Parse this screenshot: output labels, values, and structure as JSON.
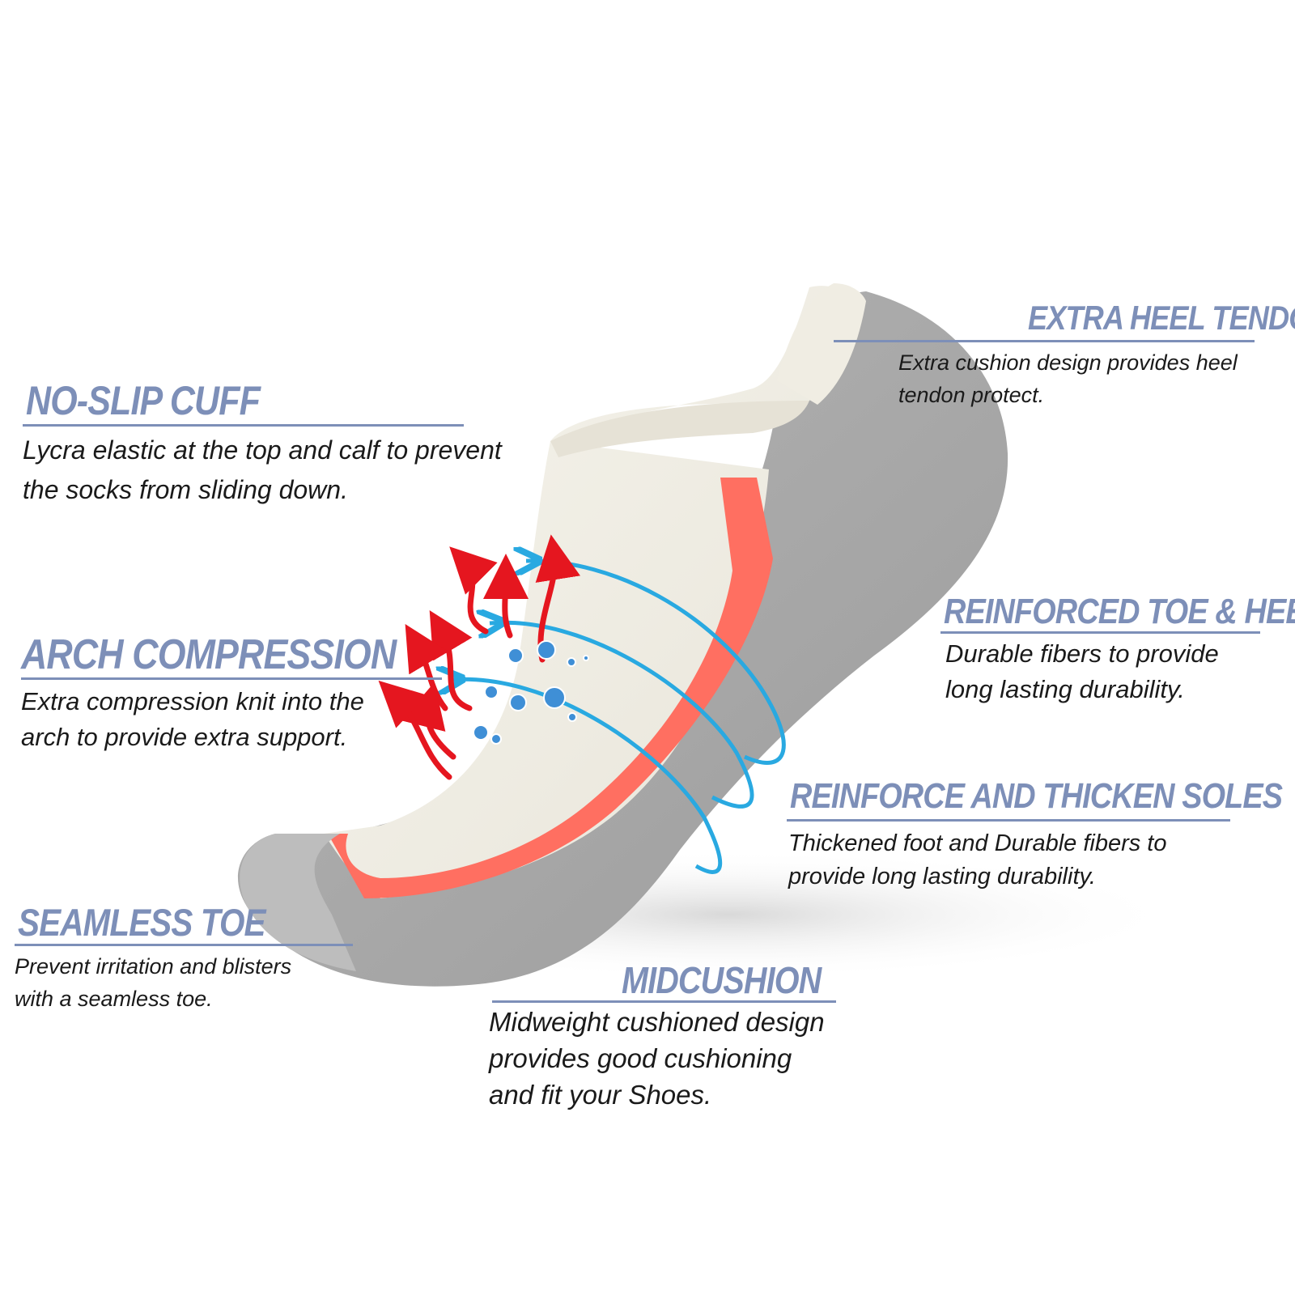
{
  "colors": {
    "heading": "#7d8fb8",
    "body_text": "#1a1a1a",
    "coral_stripe": "#ff6f61",
    "heat_arrows": "#e5161f",
    "air_arrows": "#29a9e1",
    "sock_white": "#f3f0e6",
    "sock_grey": "#a9a9a9"
  },
  "features": {
    "heel_tendon": {
      "title": "EXTRA HEEL TENDON",
      "description": "Extra cushion design provides heel\ntendon protect."
    },
    "cuff": {
      "title": "NO-SLIP CUFF",
      "description": "Lycra elastic at the top and calf to prevent\nthe socks from sliding down."
    },
    "arch": {
      "title": "ARCH COMPRESSION",
      "description": "Extra compression knit into the\narch to provide extra support."
    },
    "toe_heel": {
      "title": "REINFORCED TOE & HEEL",
      "description": "Durable fibers to provide\nlong lasting durability."
    },
    "soles": {
      "title": "REINFORCE AND THICKEN SOLES",
      "description": "Thickened foot and Durable fibers to\nprovide long lasting durability."
    },
    "toe": {
      "title": "SEAMLESS TOE",
      "description": "Prevent irritation and blisters\nwith a seamless toe."
    },
    "midcushion": {
      "title": "MIDCUSHION",
      "description": "Midweight cushioned design\nprovides good cushioning\nand fit your Shoes."
    }
  }
}
